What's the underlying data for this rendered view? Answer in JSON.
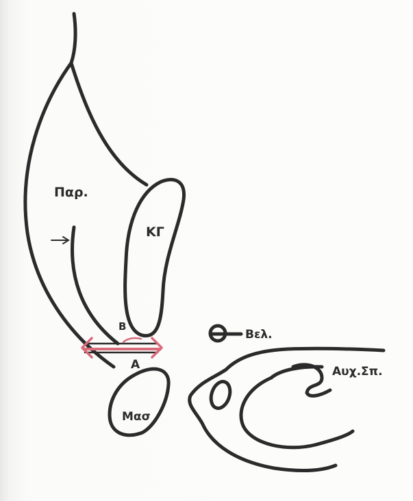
{
  "labels": {
    "parotid": "Παρ.",
    "kg": "ΚΓ",
    "point_b": "Β",
    "point_a": "Α",
    "belonoid": "Βελ.",
    "cervical_spine": "Αυχ.Σπ.",
    "mastoid": "Μασ"
  },
  "colors": {
    "line": "#2b2b2b",
    "highlight": "#d86a7a"
  }
}
